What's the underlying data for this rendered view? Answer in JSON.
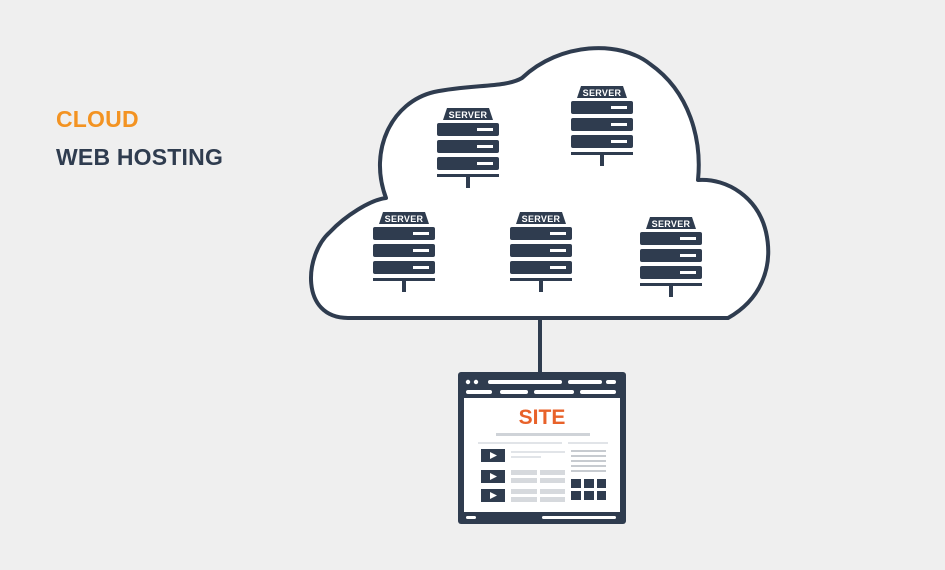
{
  "heading": {
    "line1": "CLOUD",
    "line2": "WEB HOSTING"
  },
  "servers": [
    {
      "label": "SERVER"
    },
    {
      "label": "SERVER"
    },
    {
      "label": "SERVER"
    },
    {
      "label": "SERVER"
    },
    {
      "label": "SERVER"
    }
  ],
  "site": {
    "label": "SITE"
  },
  "colors": {
    "background": "#efefef",
    "navy": "#2f3c4f",
    "accent_orange": "#f39322",
    "site_orange": "#e8622a",
    "cloud_fill": "#ffffff"
  },
  "icons": [
    "server-icon",
    "browser-window-icon",
    "play-icon"
  ]
}
